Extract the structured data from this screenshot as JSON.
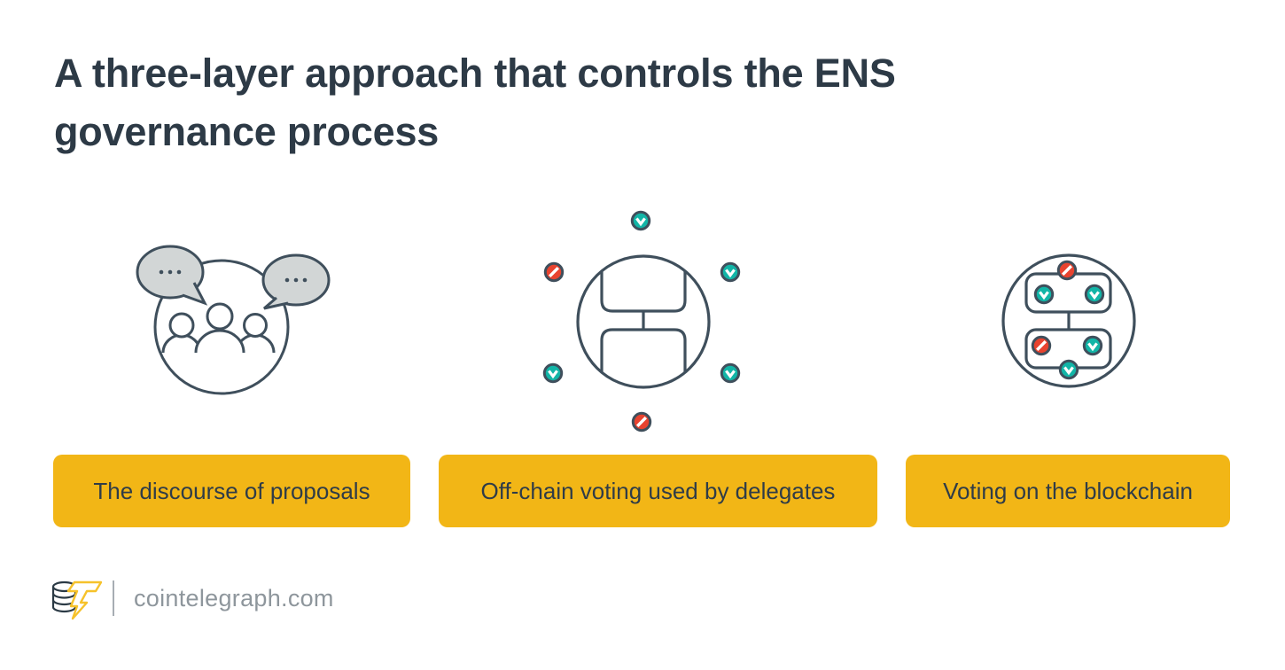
{
  "page": {
    "title": "A three-layer approach that controls the ENS governance process"
  },
  "steps": [
    {
      "label": "The discourse of proposals",
      "icon": "community-discussion-icon"
    },
    {
      "label": "Off-chain voting used by delegates",
      "icon": "offchain-voting-icon"
    },
    {
      "label": "Voting on the blockchain",
      "icon": "onchain-voting-icon"
    }
  ],
  "icons": {
    "approve_vote": "teal circle with white chevron",
    "reject_vote": "red circle with white slash",
    "speech_bubble": "gray bubble with ellipsis dots",
    "logo": "cointelegraph coin-stack with lightning-bolt T"
  },
  "footer": {
    "site": "cointelegraph.com"
  },
  "colors": {
    "background": "#ffffff",
    "title_text": "#2d3a46",
    "outline": "#3f4f5c",
    "approve_teal": "#12b5a7",
    "reject_red": "#e8432f",
    "label_bg": "#f2b616",
    "label_text": "#2f3c48",
    "bubble_fill": "#d2d6d6",
    "footer_text": "#8e969c",
    "logo_yellow": "#f6c22b",
    "logo_dark": "#2b3a45"
  }
}
